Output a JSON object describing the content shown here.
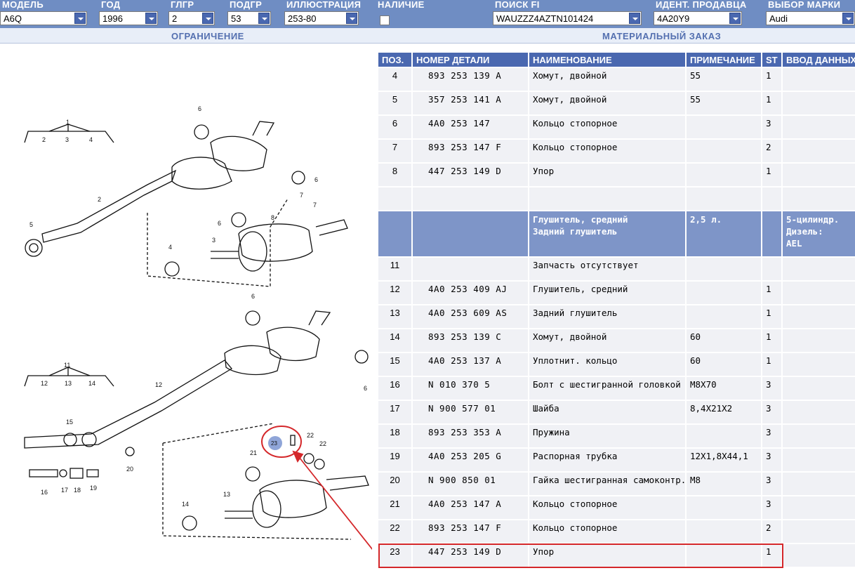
{
  "filters": [
    {
      "label": "МОДЕЛЬ",
      "value": "A6Q"
    },
    {
      "label": "ГОД",
      "value": "1996"
    },
    {
      "label": "ГЛГР",
      "value": "2"
    },
    {
      "label": "ПОДГР",
      "value": "53"
    },
    {
      "label": "ИЛЛЮСТРАЦИЯ",
      "value": "253-80"
    },
    {
      "label": "НАЛИЧИЕ"
    },
    {
      "label": "ПОИСК FI",
      "value": "WAUZZZ4AZTN101424"
    },
    {
      "label": "ИДЕНТ. ПРОДАВЦА",
      "value": "4A20Y9"
    },
    {
      "label": "ВЫБОР МАРКИ",
      "value": "Audi"
    }
  ],
  "sections": {
    "left": "ОГРАНИЧЕНИЕ",
    "right": "МАТЕРИАЛЬНЫЙ ЗАКАЗ"
  },
  "table": {
    "headers": {
      "pos": "ПОЗ.",
      "part": "НОМЕР ДЕТАЛИ",
      "name": "НАИМЕНОВАНИЕ",
      "note": "ПРИМЕЧАНИЕ",
      "st": "ST",
      "input": "ВВОД ДАННЫХ"
    },
    "rows": [
      {
        "pos": "4",
        "part": "893  253  139  A",
        "name": "Хомут, двойной",
        "note": "55",
        "st": "1",
        "input": ""
      },
      {
        "pos": "5",
        "part": "357  253  141  A",
        "name": "Хомут, двойной",
        "note": "55",
        "st": "1",
        "input": ""
      },
      {
        "pos": "6",
        "part": "4A0  253  147",
        "name": "Кольцо стопорное",
        "note": "",
        "st": "3",
        "input": ""
      },
      {
        "pos": "7",
        "part": "893  253  147  F",
        "name": "Кольцо стопорное",
        "note": "",
        "st": "2",
        "input": ""
      },
      {
        "pos": "8",
        "part": "447  253  149  D",
        "name": "Упор",
        "note": "",
        "st": "1",
        "input": ""
      },
      {
        "pos": "",
        "part": "",
        "name": "",
        "note": "",
        "st": "",
        "input": ""
      },
      {
        "pos": "",
        "part": "",
        "name": "Глушитель, средний\nЗадний глушитель",
        "note": "2,5 л.",
        "st": "",
        "input": "5-цилиндр.\nДизель:\nAEL"
      },
      {
        "pos": "11",
        "part": "",
        "name": "Запчасть отсутствует",
        "note": "",
        "st": "",
        "input": ""
      },
      {
        "pos": "12",
        "part": "4A0  253  409  AJ",
        "name": "Глушитель, средний",
        "note": "",
        "st": "1",
        "input": ""
      },
      {
        "pos": "13",
        "part": "4A0  253  609  AS",
        "name": "Задний глушитель",
        "note": "",
        "st": "1",
        "input": ""
      },
      {
        "pos": "14",
        "part": "893  253  139  C",
        "name": "Хомут, двойной",
        "note": "60",
        "st": "1",
        "input": ""
      },
      {
        "pos": "15",
        "part": "4A0  253  137  A",
        "name": "Уплотнит. кольцо",
        "note": "60",
        "st": "1",
        "input": ""
      },
      {
        "pos": "16",
        "part": "N    010  370  5",
        "name": "Болт с шестигранной головкой",
        "note": "M8X70",
        "st": "3",
        "input": ""
      },
      {
        "pos": "17",
        "part": "N    900  577  01",
        "name": "Шайба",
        "note": "8,4X21X2",
        "st": "3",
        "input": ""
      },
      {
        "pos": "18",
        "part": "893  253  353  A",
        "name": "Пружина",
        "note": "",
        "st": "3",
        "input": ""
      },
      {
        "pos": "19",
        "part": "4A0  253  205  G",
        "name": "Распорная трубка",
        "note": "12X1,8X44,1",
        "st": "3",
        "input": ""
      },
      {
        "pos": "20",
        "part": "N    900  850  01",
        "name": "Гайка шестигранная самоконтр.",
        "note": "M8",
        "st": "3",
        "input": ""
      },
      {
        "pos": "21",
        "part": "4A0  253  147  A",
        "name": "Кольцо стопорное",
        "note": "",
        "st": "3",
        "input": ""
      },
      {
        "pos": "22",
        "part": "893  253  147  F",
        "name": "Кольцо стопорное",
        "note": "",
        "st": "2",
        "input": ""
      },
      {
        "pos": "23",
        "part": "447  253  149  D",
        "name": "Упор",
        "note": "",
        "st": "1",
        "input": ""
      }
    ]
  },
  "diagram": {
    "callouts_top": [
      "1",
      "2",
      "3",
      "4",
      "5",
      "6",
      "6",
      "7",
      "7",
      "8",
      "6",
      "3",
      "4"
    ],
    "callouts_bottom": [
      "11",
      "12",
      "13",
      "14",
      "12",
      "6",
      "6",
      "15",
      "20",
      "16",
      "17",
      "18",
      "19",
      "21",
      "22",
      "22",
      "13",
      "14"
    ],
    "selected_callout": "23"
  },
  "colors": {
    "accent": "#4a68b0",
    "topbar": "#6f8dc3",
    "group_row": "#7e95c8",
    "highlight": "#d4272a"
  }
}
